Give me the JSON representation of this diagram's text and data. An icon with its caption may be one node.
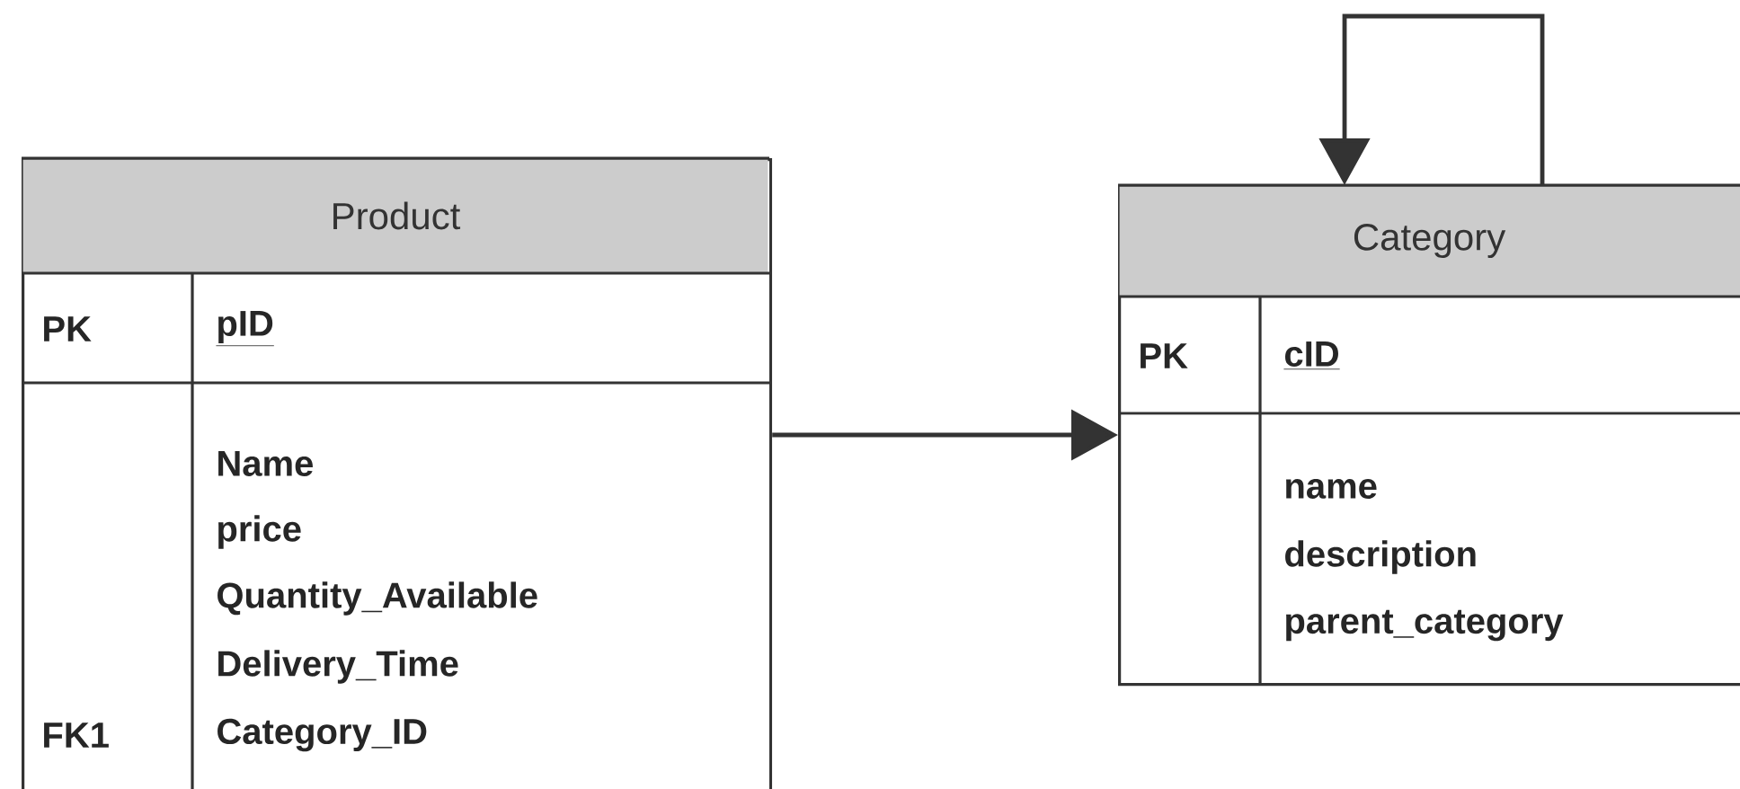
{
  "diagram": {
    "nodes": [
      {
        "text": [
          "Product",
          "PK",
          "pID",
          "Name",
          "price",
          "Quantity_Available",
          "Delivery_Time",
          "FK1",
          "Category_ID"
        ]
      },
      {
        "text": [
          "Category",
          "PK",
          "cID",
          "name",
          "description",
          "parent_category"
        ]
      }
    ],
    "edges": [
      {
        "from": 0,
        "to": 1,
        "arrow": "to"
      },
      {
        "from": 1,
        "to": 1,
        "arrow": "to"
      }
    ]
  }
}
